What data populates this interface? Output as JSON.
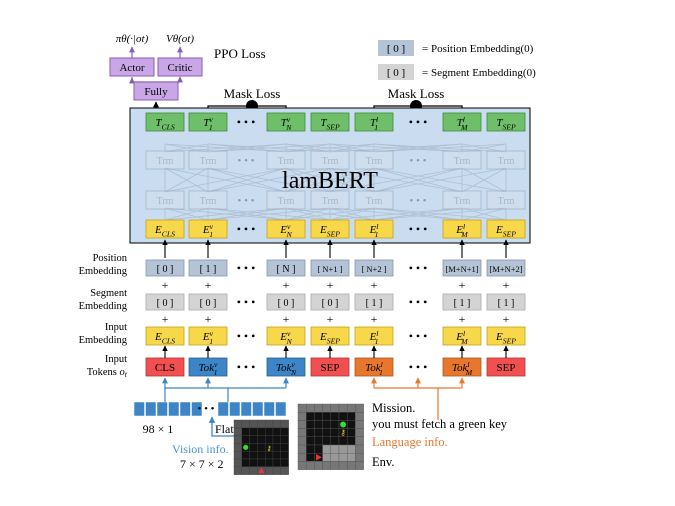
{
  "ppo": {
    "policy": "πθ(·|ot)",
    "value": "Vθ(ot)",
    "actor": "Actor",
    "critic": "Critic",
    "fully": "Fully",
    "loss": "PPO Loss"
  },
  "legend": {
    "pos_box": "[ 0 ]",
    "pos_text": "= Position Embedding(0)",
    "seg_box": "[ 0 ]",
    "seg_text": "= Segment Embedding(0)"
  },
  "mask_loss": [
    "Mask Loss",
    "Mask Loss"
  ],
  "model_name": "lamBERT",
  "trm_label": "Trm",
  "output_tokens": [
    "T_CLS",
    "T_1^v",
    "T_N^v",
    "T_SEP",
    "T_1^l",
    "T_M^l",
    "T_SEP"
  ],
  "embeddings": [
    "E_CLS",
    "E_1^v",
    "E_N^v",
    "E_SEP",
    "E_1^l",
    "E_M^l",
    "E_SEP"
  ],
  "row_labels": {
    "position": [
      "Position",
      "Embedding"
    ],
    "segment": [
      "Segment",
      "Embedding"
    ],
    "input_emb": [
      "Input",
      "Embedding"
    ],
    "input_tok": [
      "Input",
      "Tokens o_t"
    ]
  },
  "positions": [
    "[ 0 ]",
    "[ 1 ]",
    "[ N ]",
    "[ N+1 ]",
    "[ N+2 ]",
    "[M+N+1]",
    "[M+N+2]"
  ],
  "segments": [
    "[ 0 ]",
    "[ 0 ]",
    "[ 0 ]",
    "[ 0 ]",
    "[ 1 ]",
    "[ 1 ]",
    "[ 1 ]"
  ],
  "input_tokens": [
    "CLS",
    "Tok_1^v",
    "Tok_N^v",
    "SEP",
    "Tok_1^l",
    "Tok_M^l",
    "SEP"
  ],
  "ellipsis": "• • •",
  "plus": "+",
  "vision": {
    "flat_size": "98 × 1",
    "flat_label": "Flat",
    "info": "Vision info.",
    "grid_size": "7 × 7 × 2"
  },
  "mission": {
    "title": "Mission.",
    "text": "you must fetch a green key",
    "info": "Language info.",
    "env": "Env."
  },
  "colors": {
    "purple": "#c9a6e6",
    "purple_edge": "#8a5ab8",
    "green": "#6fbf6a",
    "green_edge": "#3f8a3a",
    "yellow": "#f7d84a",
    "yellow_edge": "#c9a21a",
    "gray": "#c8c8c8",
    "red": "#f05050",
    "blue": "#3d85c6",
    "orange": "#e8772e",
    "bert_bg": "#c9dcf0",
    "vision_text": "#4a90d9",
    "lang_text": "#e8772e"
  }
}
